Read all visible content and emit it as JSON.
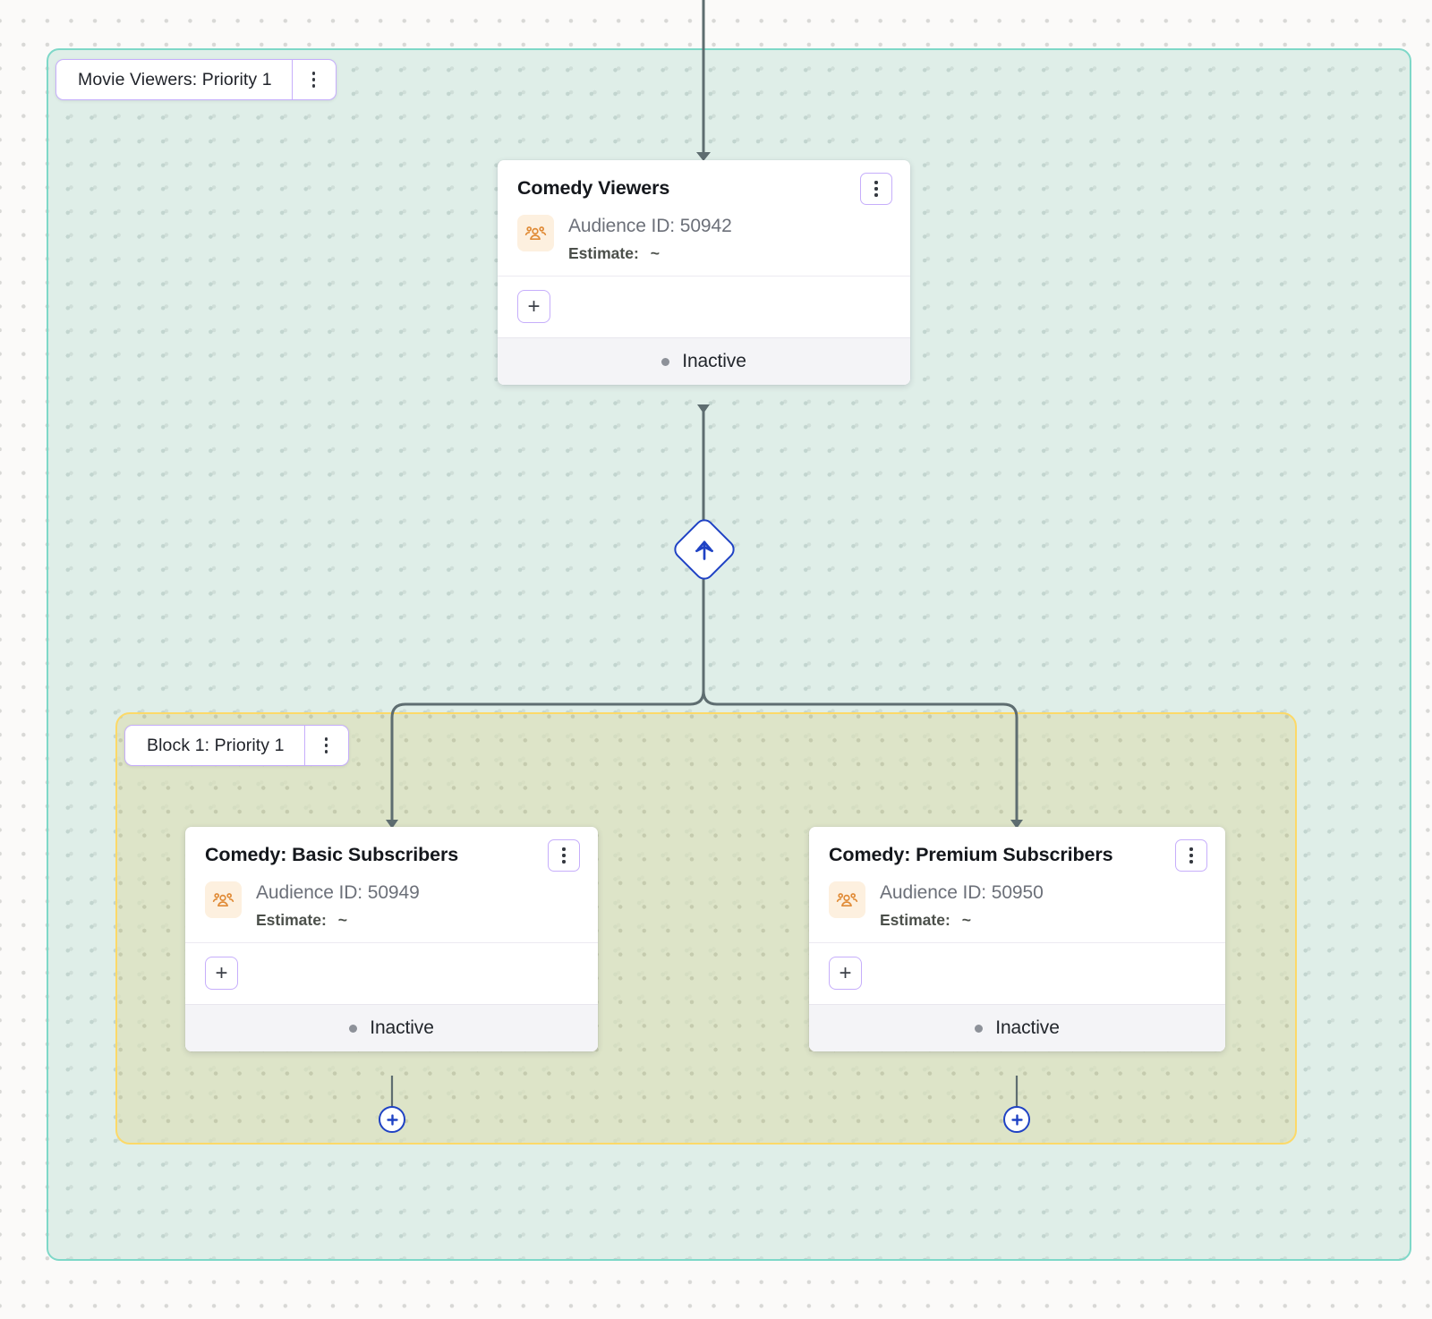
{
  "canvas": {
    "accent_teal": "#7ed8c8",
    "accent_yellow": "#fcd968",
    "accent_purple": "#c6aefb",
    "accent_blue": "#1f42c4",
    "icon_orange": "#e08a35"
  },
  "groups": [
    {
      "id": "movie-viewers",
      "label": "Movie Viewers: Priority 1",
      "menu_icon": "kebab-menu-icon"
    },
    {
      "id": "block-1",
      "label": "Block 1: Priority 1",
      "menu_icon": "kebab-menu-icon"
    }
  ],
  "nodes": [
    {
      "id": "comedy-viewers",
      "title": "Comedy Viewers",
      "audience_id_label": "Audience ID: 50942",
      "estimate_label": "Estimate:",
      "estimate_value": "~",
      "audience_icon": "audience-group-icon",
      "add_label": "+",
      "menu_icon": "kebab-menu-icon",
      "status": "Inactive"
    },
    {
      "id": "comedy-basic",
      "title": "Comedy: Basic Subscribers",
      "audience_id_label": "Audience ID: 50949",
      "estimate_label": "Estimate:",
      "estimate_value": "~",
      "audience_icon": "audience-group-icon",
      "add_label": "+",
      "menu_icon": "kebab-menu-icon",
      "status": "Inactive"
    },
    {
      "id": "comedy-premium",
      "title": "Comedy: Premium Subscribers",
      "audience_id_label": "Audience ID: 50950",
      "estimate_label": "Estimate:",
      "estimate_value": "~",
      "audience_icon": "audience-group-icon",
      "add_label": "+",
      "menu_icon": "kebab-menu-icon",
      "status": "Inactive"
    }
  ],
  "split_node": {
    "icon": "split-branch-icon"
  },
  "add_buttons": [
    {
      "id": "add-after-basic",
      "icon": "plus-circle-icon"
    },
    {
      "id": "add-after-premium",
      "icon": "plus-circle-icon"
    }
  ]
}
